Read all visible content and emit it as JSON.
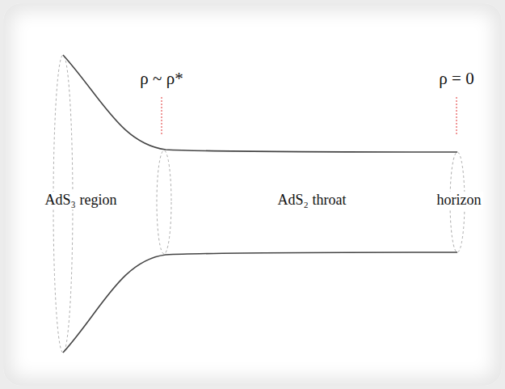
{
  "diagram": {
    "labels": [
      "ρ ~ ρ*",
      "ρ = 0",
      "AdS₃ region",
      "AdS₂ throat",
      "horizon"
    ]
  }
}
